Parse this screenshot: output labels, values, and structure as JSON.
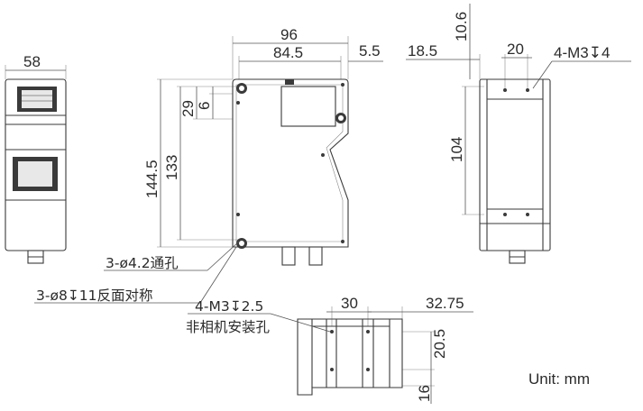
{
  "views": {
    "left": {
      "width_dim": "58"
    },
    "front": {
      "top_dim_outer": "96",
      "top_dim_inner": "84.5",
      "top_dim_offset": "5.5",
      "left_dim_outer": "144.5",
      "left_dim_inner": "133",
      "left_dim_top1": "29",
      "left_dim_top2": "6"
    },
    "right": {
      "dim_offset": "18.5",
      "dim_height_top": "10.6",
      "dim_hole_spacing": "20",
      "dim_height": "104",
      "hole_label": "4-M3↧4"
    },
    "bottom": {
      "dim_spacing": "30",
      "dim_overall": "32.75",
      "dim_vertical_1": "20.5",
      "dim_vertical_2": "16"
    }
  },
  "callouts": {
    "through_hole": "3-ø4.2通孔",
    "counterbore": "3-ø8↧11反面对称",
    "mount_thread": "4-M3↧2.5",
    "mount_note": "非相机安装孔"
  },
  "unit_label": "Unit: mm"
}
